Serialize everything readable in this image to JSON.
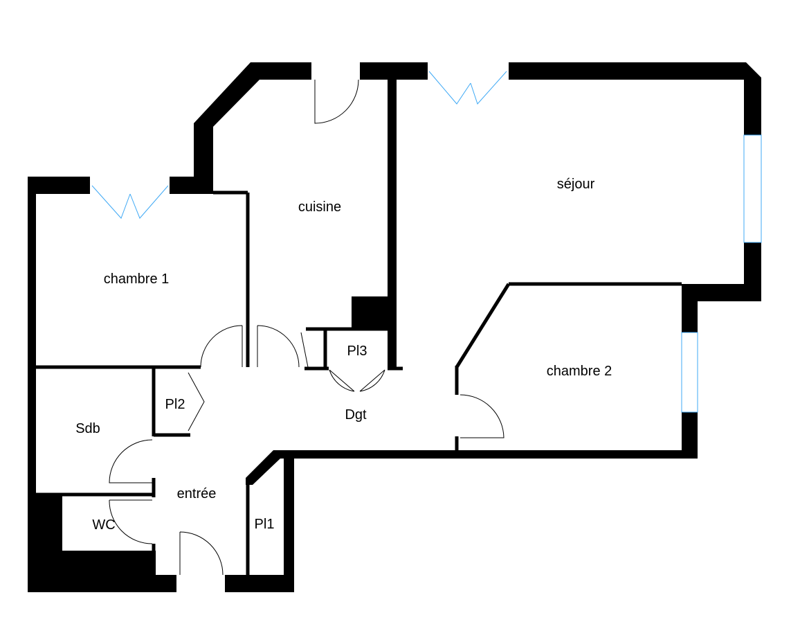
{
  "rooms": {
    "sejour": "séjour",
    "cuisine": "cuisine",
    "chambre1": "chambre 1",
    "chambre2": "chambre 2",
    "pl3": "Pl3",
    "pl2": "Pl2",
    "pl1": "Pl1",
    "dgt": "Dgt",
    "sdb": "Sdb",
    "entree": "entrée",
    "wc": "WC"
  },
  "colors": {
    "wall": "#000000",
    "window": "#3fa9f5"
  }
}
